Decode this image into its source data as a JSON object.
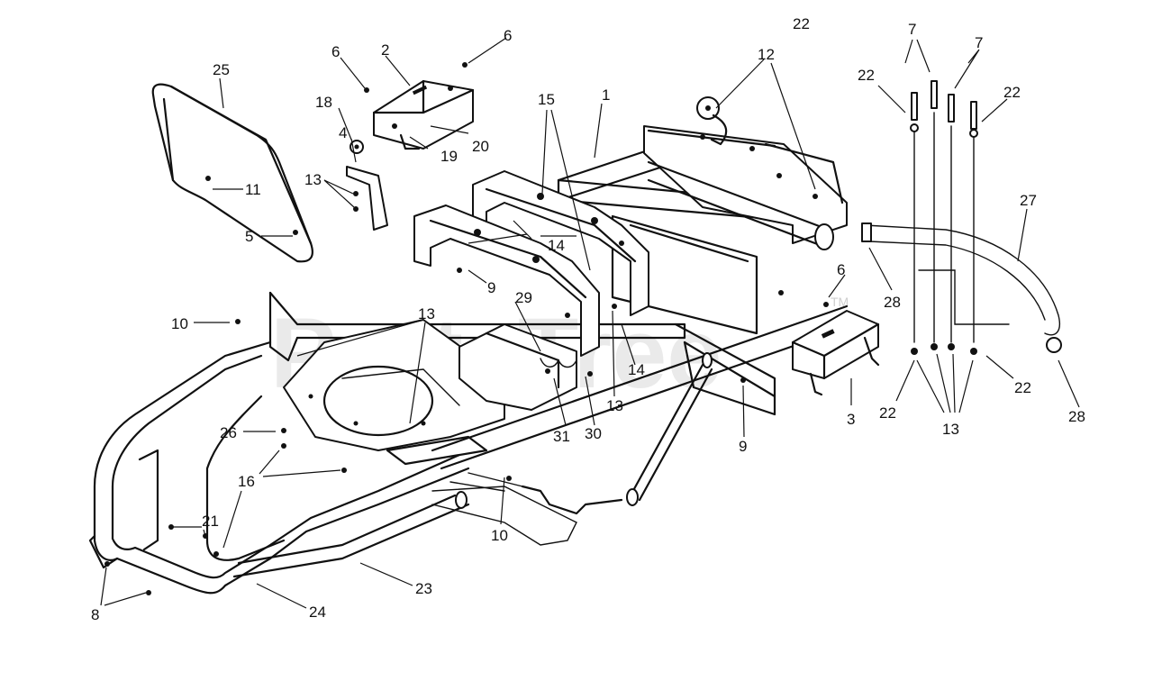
{
  "watermark": {
    "text": "PartsTree",
    "trademark": "TM"
  },
  "callouts": [
    {
      "id": "c-22-top",
      "label": "22"
    },
    {
      "id": "c-25",
      "label": "25"
    },
    {
      "id": "c-6-a",
      "label": "6"
    },
    {
      "id": "c-2",
      "label": "2"
    },
    {
      "id": "c-6-b",
      "label": "6"
    },
    {
      "id": "c-12",
      "label": "12"
    },
    {
      "id": "c-7-a",
      "label": "7"
    },
    {
      "id": "c-7-b",
      "label": "7"
    },
    {
      "id": "c-22-a",
      "label": "22"
    },
    {
      "id": "c-22-b",
      "label": "22"
    },
    {
      "id": "c-18",
      "label": "18"
    },
    {
      "id": "c-15",
      "label": "15"
    },
    {
      "id": "c-1",
      "label": "1"
    },
    {
      "id": "c-4",
      "label": "4"
    },
    {
      "id": "c-20",
      "label": "20"
    },
    {
      "id": "c-19",
      "label": "19"
    },
    {
      "id": "c-11",
      "label": "11"
    },
    {
      "id": "c-13-a",
      "label": "13"
    },
    {
      "id": "c-27",
      "label": "27"
    },
    {
      "id": "c-5",
      "label": "5"
    },
    {
      "id": "c-14-a",
      "label": "14"
    },
    {
      "id": "c-9-a",
      "label": "9"
    },
    {
      "id": "c-6-c",
      "label": "6"
    },
    {
      "id": "c-28-a",
      "label": "28"
    },
    {
      "id": "c-29",
      "label": "29"
    },
    {
      "id": "c-10-a",
      "label": "10"
    },
    {
      "id": "c-13-b",
      "label": "13"
    },
    {
      "id": "c-14-b",
      "label": "14"
    },
    {
      "id": "c-13-c",
      "label": "13"
    },
    {
      "id": "c-22-c",
      "label": "22"
    },
    {
      "id": "c-22-d",
      "label": "22"
    },
    {
      "id": "c-3",
      "label": "3"
    },
    {
      "id": "c-28-b",
      "label": "28"
    },
    {
      "id": "c-26",
      "label": "26"
    },
    {
      "id": "c-31",
      "label": "31"
    },
    {
      "id": "c-30",
      "label": "30"
    },
    {
      "id": "c-9-b",
      "label": "9"
    },
    {
      "id": "c-13-d",
      "label": "13"
    },
    {
      "id": "c-16",
      "label": "16"
    },
    {
      "id": "c-21",
      "label": "21"
    },
    {
      "id": "c-10-b",
      "label": "10"
    },
    {
      "id": "c-23",
      "label": "23"
    },
    {
      "id": "c-8",
      "label": "8"
    },
    {
      "id": "c-24",
      "label": "24"
    }
  ]
}
